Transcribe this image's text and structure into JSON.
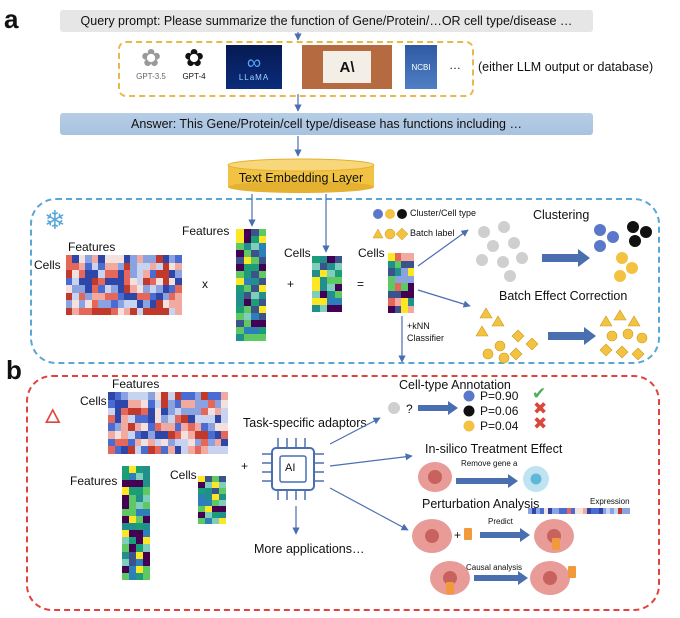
{
  "panel_a": {
    "letter": "a",
    "query_prompt": "Query prompt: Please summarize the function of Gene/Protein/…OR cell type/disease …",
    "sources_note": "(either LLM output or database)",
    "ellipsis": "…",
    "answer": "Answer: This Gene/Protein/cell type/disease has functions including …",
    "embedding_layer": "Text Embedding Layer",
    "logos": [
      {
        "label": "GPT-3.5",
        "icon": "openai-logo"
      },
      {
        "label": "GPT-4",
        "icon": "openai-logo"
      },
      {
        "label": "LLaMA",
        "icon": "meta-logo"
      },
      {
        "label": "A\\",
        "icon": "anthropic-logo"
      },
      {
        "label": "NCBI",
        "icon": "ncbi-logo"
      }
    ],
    "matrix_labels": {
      "features1": "Features",
      "cells1": "Cells",
      "times": "x",
      "features2": "Features",
      "plus": "+",
      "cells2": "Cells",
      "equals": "=",
      "cells3": "Cells"
    },
    "legend": {
      "cluster": "Cluster/Cell type",
      "batch": "Batch label"
    },
    "clustering": "Clustering",
    "batch_correction": "Batch Effect Correction",
    "knn_line1": "+kNN",
    "knn_line2": "Classifier"
  },
  "panel_b": {
    "letter": "b",
    "features1": "Features",
    "cells1": "Cells",
    "features2": "Features",
    "cells2": "Cells",
    "plus": "+",
    "adaptors": "Task-specific adaptors",
    "ai_chip": "AI",
    "more_apps": "More applications…",
    "annotation_title": "Cell-type Annotation",
    "question": "?",
    "probs": [
      "P=0.90",
      "P=0.06",
      "P=0.04"
    ],
    "treatment_title": "In-silico Treatment Effect",
    "remove_gene": "Remove gene a",
    "perturbation_title": "Perturbation Analysis",
    "expression": "Expression",
    "predict": "Predict",
    "causal": "Causal analysis",
    "plus2": "+"
  },
  "colors": {
    "dashed_blue": "#5aa7d6",
    "dashed_red": "#e0443c",
    "gold_border": "#e7b94a",
    "arrow": "#4a6fb1",
    "embedding": "#f2c342",
    "cluster_blue": "#5b77c9",
    "cluster_gold": "#f3c240",
    "check": "#4db05a",
    "cross": "#d9463b",
    "cell_pink": "#e89b97"
  }
}
